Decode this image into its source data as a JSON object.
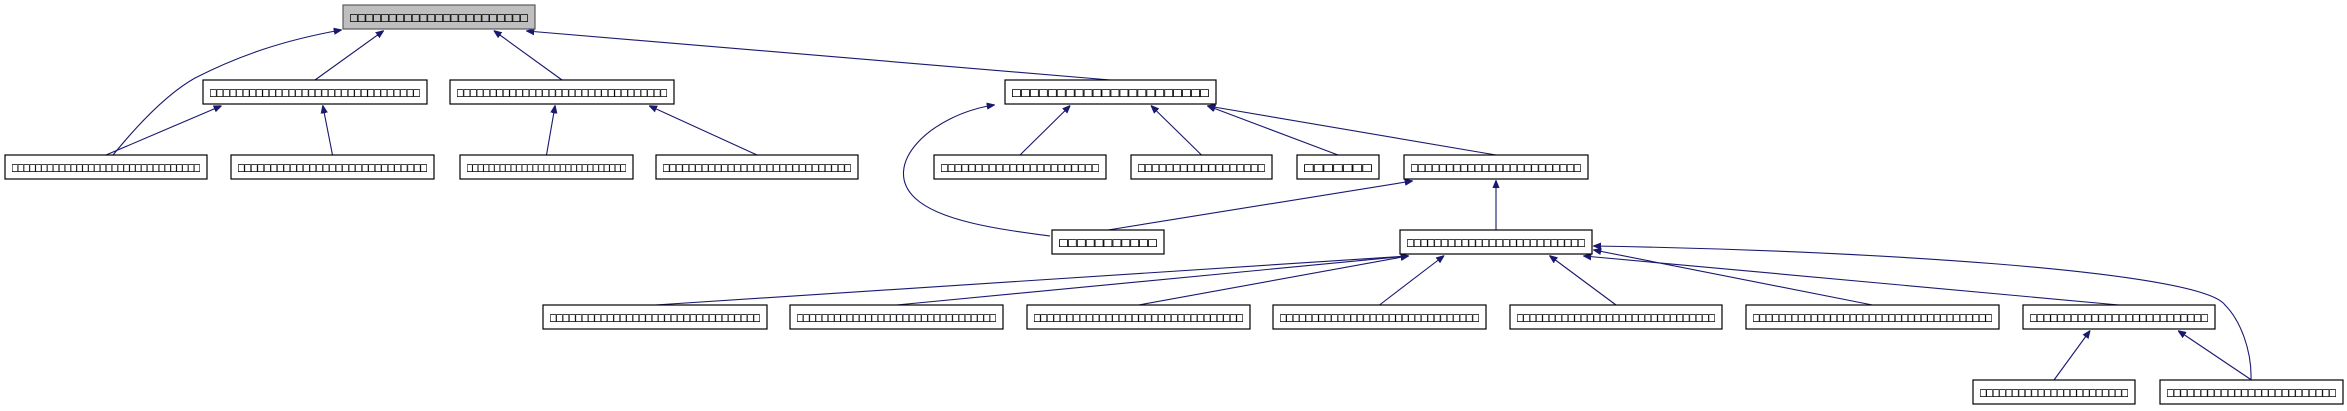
{
  "diagram": {
    "type": "inheritance-graph",
    "colors": {
      "edge": "#191970",
      "root_fill": "#bfbfbf",
      "node_fill": "#ffffff",
      "border": "#000000"
    },
    "nodes": [
      {
        "id": "n0",
        "label": "□□□□□□□□□□□□□□□□□□□□□□□",
        "root": true
      },
      {
        "id": "n1",
        "label": "□□□□□□□□□□□□□□□□□□□□□□□□□□□□□□□□"
      },
      {
        "id": "n2",
        "label": "□□□□□□□□□□□□□□□□□□□□□□□□□□□□□□□□"
      },
      {
        "id": "n3",
        "label": "□□□□□□□□□□□□□□□□□□□□□□□□□□□□□□□□"
      },
      {
        "id": "n4",
        "label": "□□□□□□□□□□□□□□□□□□□□□□□□□□□□□"
      },
      {
        "id": "n5",
        "label": "□□□□□□□□□□□□□□□□□□□□□□□□□□□□□"
      },
      {
        "id": "n6",
        "label": "□□□□□□□□□□□□□□□□□□□□□□"
      },
      {
        "id": "n7",
        "label": "□□□□□□□□□□□□□□□□□□□□□□□□□□□□□"
      },
      {
        "id": "n8",
        "label": "□□□□□□□□□□□□□□□□□□□□□□□"
      },
      {
        "id": "n9",
        "label": "□□□□□□□□□□□□□□□□□□"
      },
      {
        "id": "n10",
        "label": "□□□□□□□"
      },
      {
        "id": "n11",
        "label": "□□□□□□□□□□□□□□□□□□□□□□□□"
      },
      {
        "id": "n12",
        "label": "□□□□□□□□□□□"
      },
      {
        "id": "n13",
        "label": "□□□□□□□□□□□□□□□□□□□□□□□□□□"
      },
      {
        "id": "n14",
        "label": "□□□□□□□□□□□□□□□□□□□□□□□□□□□□□□□□□"
      },
      {
        "id": "n15",
        "label": "□□□□□□□□□□□□□□□□□□□□□□□□□□□□□□□□"
      },
      {
        "id": "n16",
        "label": "□□□□□□□□□□□□□□□□□□□□□□□□□□□□□□□□"
      },
      {
        "id": "n17",
        "label": "□□□□□□□□□□□□□□□□□□□□□□□□□□□□□□□"
      },
      {
        "id": "n18",
        "label": "□□□□□□□□□□□□□□□□□□□□□□□□□□□□□□□"
      },
      {
        "id": "n19",
        "label": "□□□□□□□□□□□□□□□□□□□□□□□□□□□□□□□□□□□□□"
      },
      {
        "id": "n20",
        "label": "□□□□□□□□□□□□□□□□□□□□□□□□□□"
      },
      {
        "id": "n21",
        "label": "□□□□□□□□□□□□□□□□□□□□□□□"
      },
      {
        "id": "n22",
        "label": "□□□□□□□□□□□□□□□□□□□□□□□□□"
      }
    ],
    "edges": [
      [
        "n3",
        "n0"
      ],
      [
        "n1",
        "n0"
      ],
      [
        "n2",
        "n0"
      ],
      [
        "n6",
        "n0"
      ],
      [
        "n3",
        "n1"
      ],
      [
        "n4",
        "n1"
      ],
      [
        "n5",
        "n2"
      ],
      [
        "n7",
        "n2"
      ],
      [
        "n12",
        "n6"
      ],
      [
        "n8",
        "n6"
      ],
      [
        "n9",
        "n6"
      ],
      [
        "n10",
        "n6"
      ],
      [
        "n11",
        "n6"
      ],
      [
        "n12",
        "n11"
      ],
      [
        "n13",
        "n11"
      ],
      [
        "n14",
        "n13"
      ],
      [
        "n15",
        "n13"
      ],
      [
        "n16",
        "n13"
      ],
      [
        "n17",
        "n13"
      ],
      [
        "n18",
        "n13"
      ],
      [
        "n19",
        "n13"
      ],
      [
        "n20",
        "n13"
      ],
      [
        "n22",
        "n13"
      ],
      [
        "n21",
        "n20"
      ],
      [
        "n22",
        "n20"
      ]
    ]
  }
}
